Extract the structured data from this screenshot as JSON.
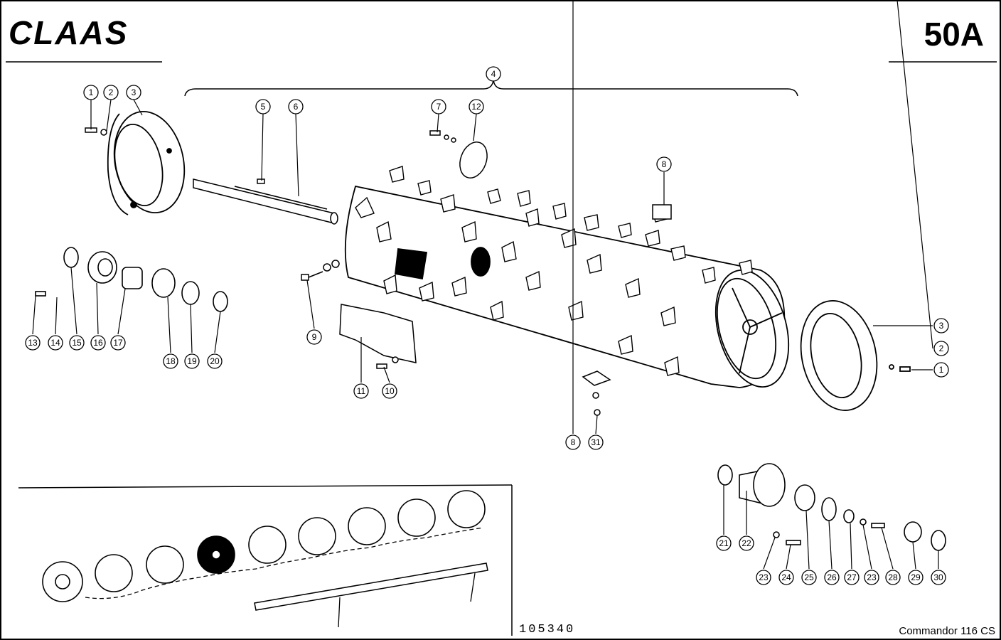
{
  "header": {
    "brand": "CLAAS",
    "page_number": "50A"
  },
  "footer": {
    "drawing_number": "105340",
    "model": "Commandor 116 CS"
  },
  "callouts": {
    "c1a": "1",
    "c2a": "2",
    "c3a": "3",
    "c4": "4",
    "c5": "5",
    "c6": "6",
    "c7": "7",
    "c12": "12",
    "c8a": "8",
    "c9": "9",
    "c10": "10",
    "c11": "11",
    "c13": "13",
    "c14": "14",
    "c15": "15",
    "c16": "16",
    "c17": "17",
    "c18": "18",
    "c19": "19",
    "c20": "20",
    "c3b": "3",
    "c2b": "2",
    "c1b": "1",
    "c8b": "8",
    "c31": "31",
    "c21": "21",
    "c22": "22",
    "c23a": "23",
    "c24": "24",
    "c25": "25",
    "c26": "26",
    "c27": "27",
    "c23b": "23",
    "c28": "28",
    "c29": "29",
    "c30": "30"
  },
  "icons": {
    "drum": "rotor-drum-icon",
    "shaft": "shaft-icon",
    "ring": "cover-ring-icon",
    "bearing": "bearing-icon"
  }
}
